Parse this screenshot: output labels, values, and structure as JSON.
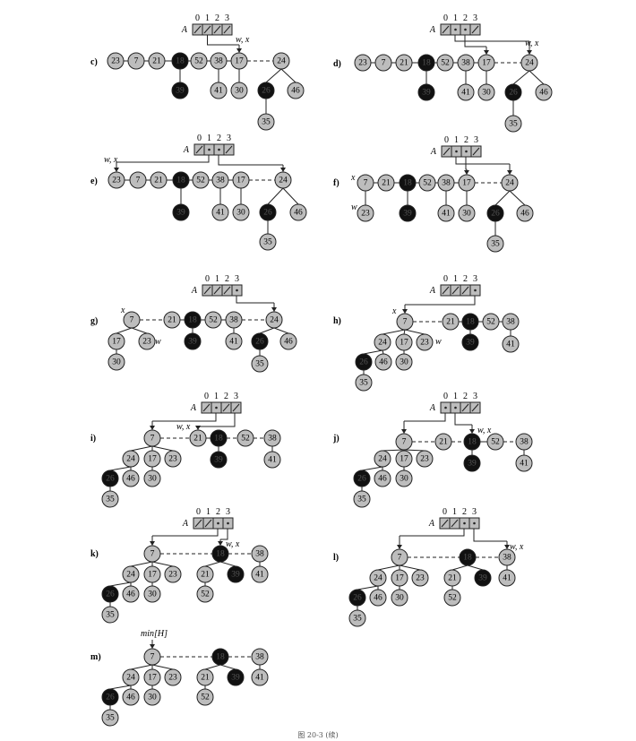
{
  "array_label": "A",
  "array_indices": [
    "0",
    "1",
    "2",
    "3"
  ],
  "caption": "图 20-3 (续)",
  "min_pointer_label": "min[H]",
  "panels": [
    {
      "label": "c)",
      "pointer_labels": [
        "w, x"
      ]
    },
    {
      "label": "d)",
      "pointer_labels": [
        "w, x"
      ]
    },
    {
      "label": "e)",
      "pointer_labels": [
        "w, x"
      ]
    },
    {
      "label": "f)",
      "pointer_labels": [
        "x",
        "w"
      ]
    },
    {
      "label": "g)",
      "pointer_labels": [
        "x",
        "w"
      ]
    },
    {
      "label": "h)",
      "pointer_labels": [
        "x",
        "w"
      ]
    },
    {
      "label": "i)",
      "pointer_labels": [
        "w, x"
      ]
    },
    {
      "label": "j)",
      "pointer_labels": [
        "w, x"
      ]
    },
    {
      "label": "k)",
      "pointer_labels": [
        "w, x"
      ]
    },
    {
      "label": "l)",
      "pointer_labels": [
        "w, x"
      ]
    },
    {
      "label": "m)",
      "pointer_labels": []
    }
  ],
  "node_keys": {
    "c": [
      "23",
      "7",
      "21",
      "18",
      "52",
      "38",
      "17",
      "24",
      "39",
      "41",
      "30",
      "26",
      "46",
      "35"
    ],
    "d": [
      "23",
      "7",
      "21",
      "18",
      "52",
      "38",
      "17",
      "24",
      "39",
      "41",
      "30",
      "26",
      "46",
      "35"
    ],
    "e": [
      "23",
      "7",
      "21",
      "18",
      "52",
      "38",
      "17",
      "24",
      "39",
      "41",
      "30",
      "26",
      "46",
      "35"
    ],
    "f": [
      "7",
      "21",
      "18",
      "52",
      "38",
      "17",
      "24",
      "23",
      "39",
      "41",
      "30",
      "26",
      "46",
      "35"
    ],
    "g": [
      "7",
      "21",
      "18",
      "52",
      "38",
      "24",
      "17",
      "23",
      "30",
      "39",
      "41",
      "26",
      "46",
      "35"
    ],
    "h": [
      "7",
      "21",
      "18",
      "52",
      "38",
      "24",
      "17",
      "23",
      "26",
      "46",
      "30",
      "39",
      "41",
      "35"
    ],
    "i": [
      "7",
      "21",
      "18",
      "52",
      "38",
      "24",
      "17",
      "23",
      "26",
      "46",
      "30",
      "39",
      "41",
      "35"
    ],
    "j": [
      "7",
      "21",
      "18",
      "52",
      "38",
      "24",
      "17",
      "23",
      "26",
      "46",
      "30",
      "39",
      "41",
      "35"
    ],
    "k": [
      "7",
      "18",
      "38",
      "24",
      "17",
      "23",
      "26",
      "46",
      "30",
      "21",
      "39",
      "41",
      "52",
      "35"
    ],
    "l": [
      "7",
      "18",
      "38",
      "24",
      "17",
      "23",
      "26",
      "46",
      "30",
      "21",
      "39",
      "41",
      "52",
      "35"
    ],
    "m": [
      "7",
      "18",
      "38",
      "24",
      "17",
      "23",
      "26",
      "46",
      "30",
      "21",
      "39",
      "41",
      "52",
      "35"
    ]
  },
  "colors": {
    "gray_node": "#bdbdbd",
    "black_node": "#111111",
    "line": "#222222",
    "text_on_black": "#555555"
  }
}
